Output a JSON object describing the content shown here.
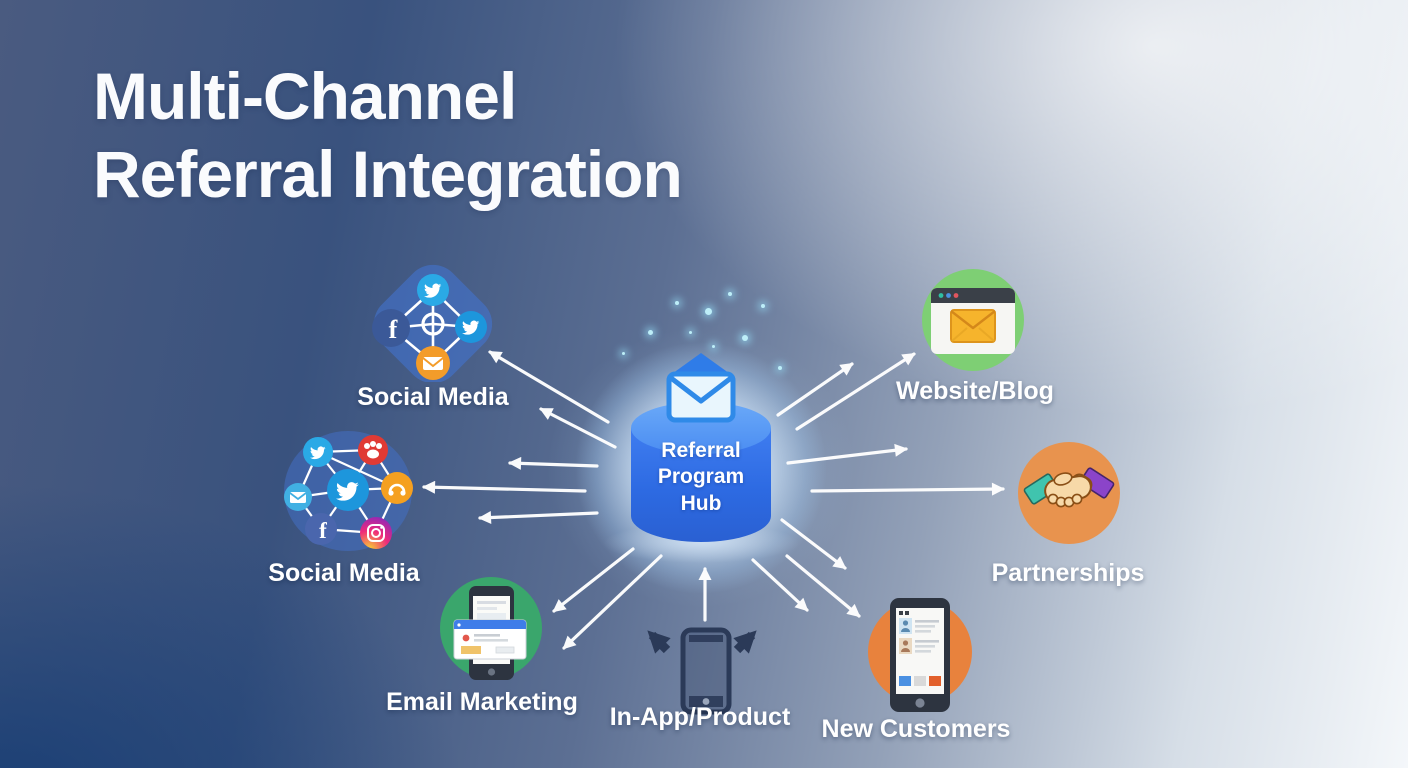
{
  "title": {
    "line1": "Multi-Channel",
    "line2": "Referral Integration"
  },
  "hub": {
    "label": "Referral Program Hub",
    "icon": "envelope-icon",
    "colors": {
      "cylinder_top": "#5b9cf7",
      "cylinder_body": "#2e6be4",
      "glow": "#d6ebff"
    }
  },
  "nodes": [
    {
      "id": "social-media-top",
      "label": "Social Media",
      "icon": "social-network-icon",
      "platforms": [
        "twitter",
        "facebook",
        "twitter",
        "email"
      ]
    },
    {
      "id": "social-media-left",
      "label": "Social Media",
      "icon": "social-network-icon",
      "platforms": [
        "twitter",
        "red-badge",
        "twitter",
        "headset",
        "email",
        "facebook",
        "instagram"
      ]
    },
    {
      "id": "website-blog",
      "label": "Website/Blog",
      "icon": "browser-envelope-icon",
      "accent": "#7ecf74"
    },
    {
      "id": "partnerships",
      "label": "Partnerships",
      "icon": "handshake-icon",
      "accent": "#e8934e"
    },
    {
      "id": "email-marketing",
      "label": "Email Marketing",
      "icon": "phone-email-icon",
      "accent": "#3aa66c"
    },
    {
      "id": "in-app-product",
      "label": "In-App/Product",
      "icon": "phone-share-icon",
      "accent": "#2b3a58"
    },
    {
      "id": "new-customers",
      "label": "New Customers",
      "icon": "phone-contacts-icon",
      "accent": "#e8823d"
    }
  ],
  "colors": {
    "background_dark": "#1f4478",
    "background_light": "#f5f8fa",
    "arrow": "#ffffff",
    "label_text": "#ffffff"
  }
}
